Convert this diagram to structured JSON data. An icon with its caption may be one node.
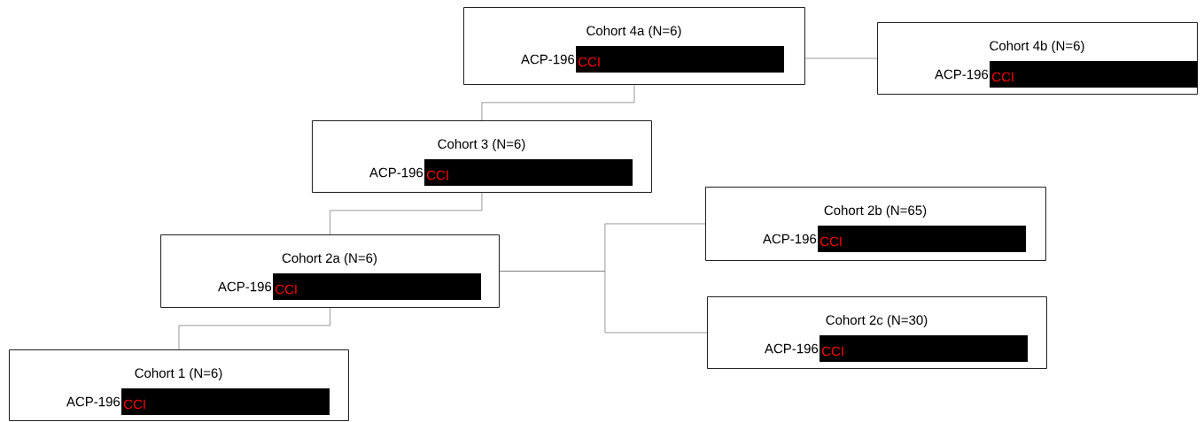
{
  "diagram": {
    "nodes": [
      {
        "text": [
          "Cohort 4a (N=6)",
          "ACP-196",
          "CCI"
        ]
      },
      {
        "text": [
          "Cohort 4b (N=6)",
          "ACP-196",
          "CCI"
        ]
      },
      {
        "text": [
          "Cohort 3 (N=6)",
          "ACP-196",
          "CCI"
        ]
      },
      {
        "text": [
          "Cohort 2b (N=65)",
          "ACP-196",
          "CCI"
        ]
      },
      {
        "text": [
          "Cohort 2a (N=6)",
          "ACP-196",
          "CCI"
        ]
      },
      {
        "text": [
          "Cohort 2c (N=30)",
          "ACP-196",
          "CCI"
        ]
      },
      {
        "text": [
          "Cohort 1 (N=6)",
          "ACP-196",
          "CCI"
        ]
      }
    ],
    "edges": [
      {
        "from": 0,
        "to": 1,
        "arrow": "none"
      },
      {
        "from": 0,
        "to": 2,
        "arrow": "none"
      },
      {
        "from": 2,
        "to": 4,
        "arrow": "none"
      },
      {
        "from": 4,
        "to": 3,
        "arrow": "none"
      },
      {
        "from": 4,
        "to": 5,
        "arrow": "none"
      },
      {
        "from": 4,
        "to": 6,
        "arrow": "none"
      }
    ]
  }
}
